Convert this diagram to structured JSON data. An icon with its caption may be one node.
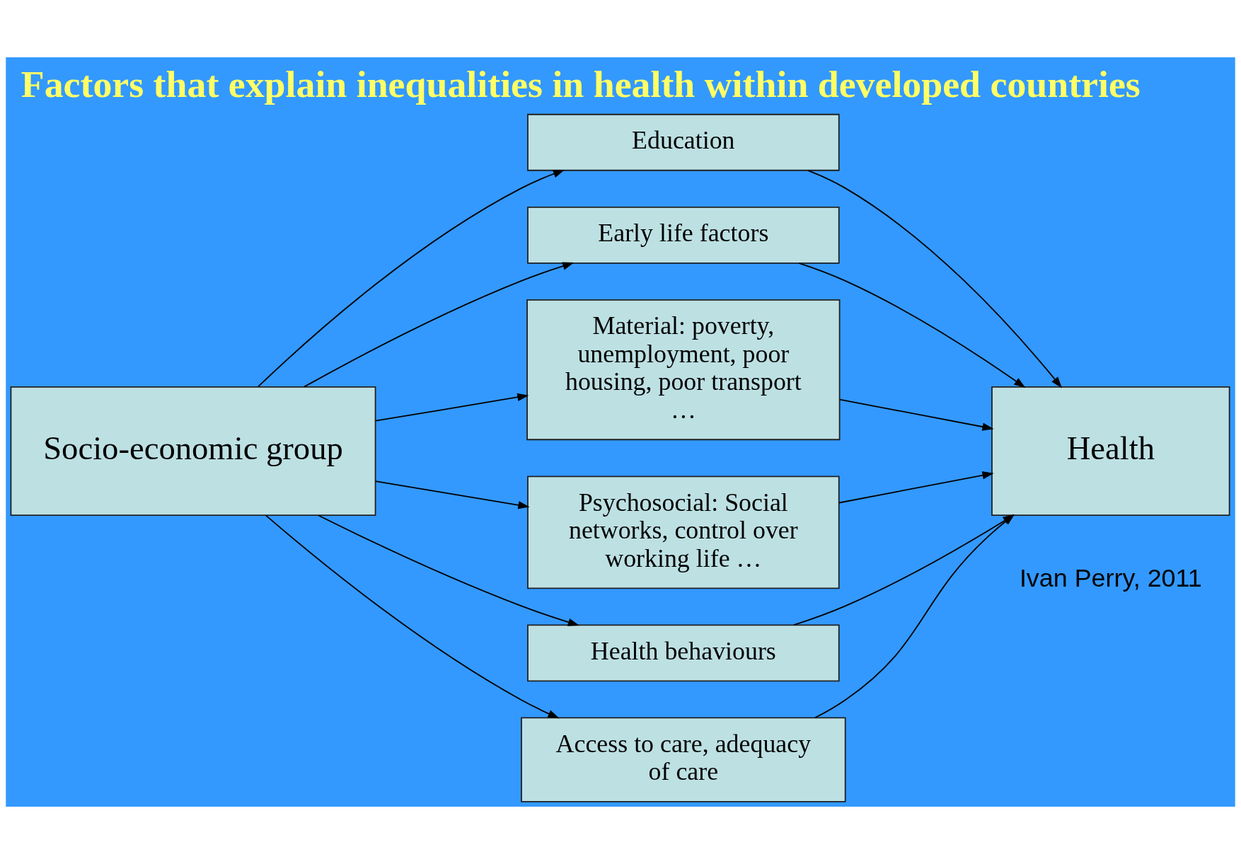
{
  "diagram": {
    "title": "Factors that explain inequalities in health within developed countries",
    "nodes": [
      {
        "text": [
          "Socio-economic group"
        ]
      },
      {
        "text": [
          "Education"
        ]
      },
      {
        "text": [
          "Early life factors"
        ]
      },
      {
        "text": [
          "Material: poverty, unemployment, poor housing, poor transport …"
        ]
      },
      {
        "text": [
          "Psychosocial: Social networks, control over working life …"
        ]
      },
      {
        "text": [
          "Health behaviours"
        ]
      },
      {
        "text": [
          "Access to care, adequacy of care"
        ]
      },
      {
        "text": [
          "Health"
        ]
      }
    ],
    "edges": [
      {
        "from": 0,
        "to": 1,
        "arrow": "to"
      },
      {
        "from": 0,
        "to": 2,
        "arrow": "to"
      },
      {
        "from": 0,
        "to": 3,
        "arrow": "to"
      },
      {
        "from": 0,
        "to": 4,
        "arrow": "to"
      },
      {
        "from": 0,
        "to": 5,
        "arrow": "to"
      },
      {
        "from": 0,
        "to": 6,
        "arrow": "to"
      },
      {
        "from": 1,
        "to": 7,
        "arrow": "to"
      },
      {
        "from": 2,
        "to": 7,
        "arrow": "to"
      },
      {
        "from": 3,
        "to": 7,
        "arrow": "to"
      },
      {
        "from": 4,
        "to": 7,
        "arrow": "to"
      },
      {
        "from": 5,
        "to": 7,
        "arrow": "to"
      },
      {
        "from": 6,
        "to": 7,
        "arrow": "to"
      }
    ],
    "labels": [
      "Ivan Perry, 2011"
    ]
  }
}
